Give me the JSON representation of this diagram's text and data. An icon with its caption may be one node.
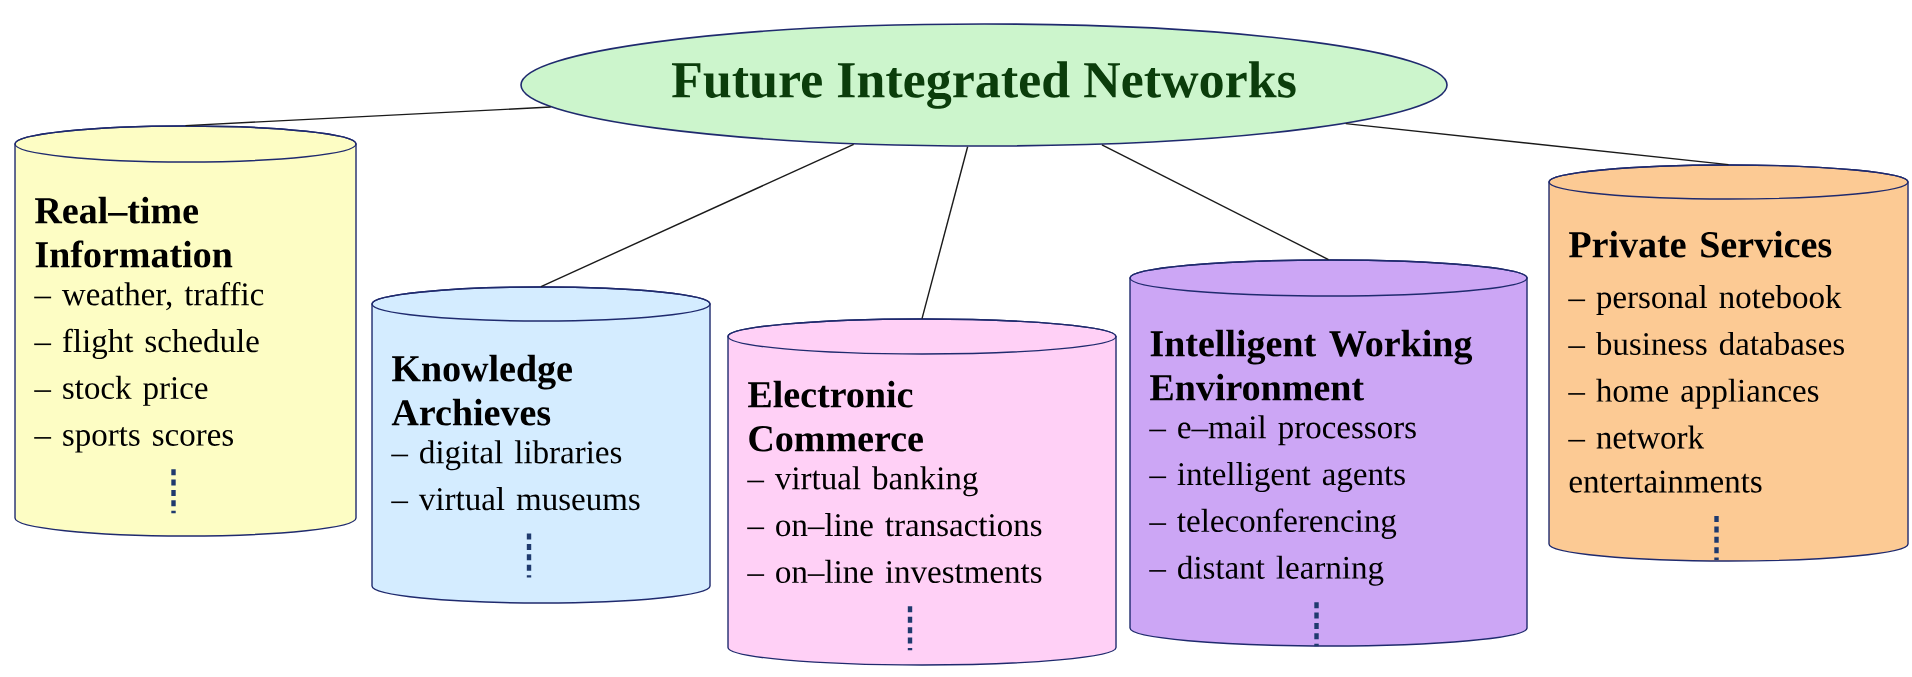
{
  "diagram": {
    "nodes": [
      {
        "text": [
          "Future Integrated Networks"
        ]
      },
      {
        "text": [
          "Real–time Information",
          "– weather, traffic",
          "– flight schedule",
          "– stock price",
          "– sports scores"
        ]
      },
      {
        "text": [
          "Knowledge Archieves",
          "– digital libraries",
          "– virtual museums"
        ]
      },
      {
        "text": [
          "Electronic Commerce",
          "– virtual banking",
          "– on–line transactions",
          "– on–line investments"
        ]
      },
      {
        "text": [
          "Intelligent Working Environment",
          "– e–mail processors",
          "– intelligent agents",
          "– teleconferencing",
          "– distant learning"
        ]
      },
      {
        "text": [
          "Private Services",
          "– personal notebook",
          "– business databases",
          "– home appliances",
          "– network entertainments"
        ]
      }
    ],
    "edges": [
      {
        "from": 0,
        "to": 1,
        "arrow": "none"
      },
      {
        "from": 0,
        "to": 2,
        "arrow": "none"
      },
      {
        "from": 0,
        "to": 3,
        "arrow": "none"
      },
      {
        "from": 0,
        "to": 4,
        "arrow": "none"
      },
      {
        "from": 0,
        "to": 5,
        "arrow": "none"
      }
    ]
  }
}
